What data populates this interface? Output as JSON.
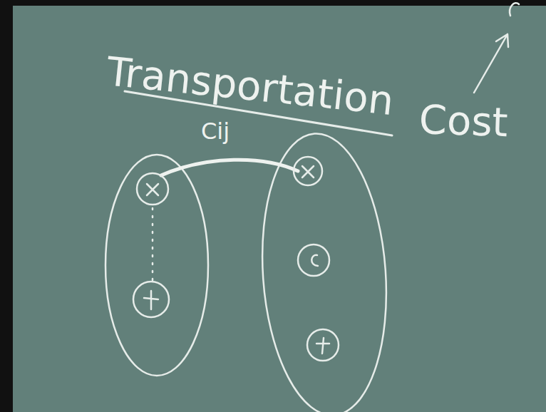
{
  "diagram": {
    "title": "Transportation",
    "labels": [
      "Cij",
      "Cost"
    ]
  }
}
